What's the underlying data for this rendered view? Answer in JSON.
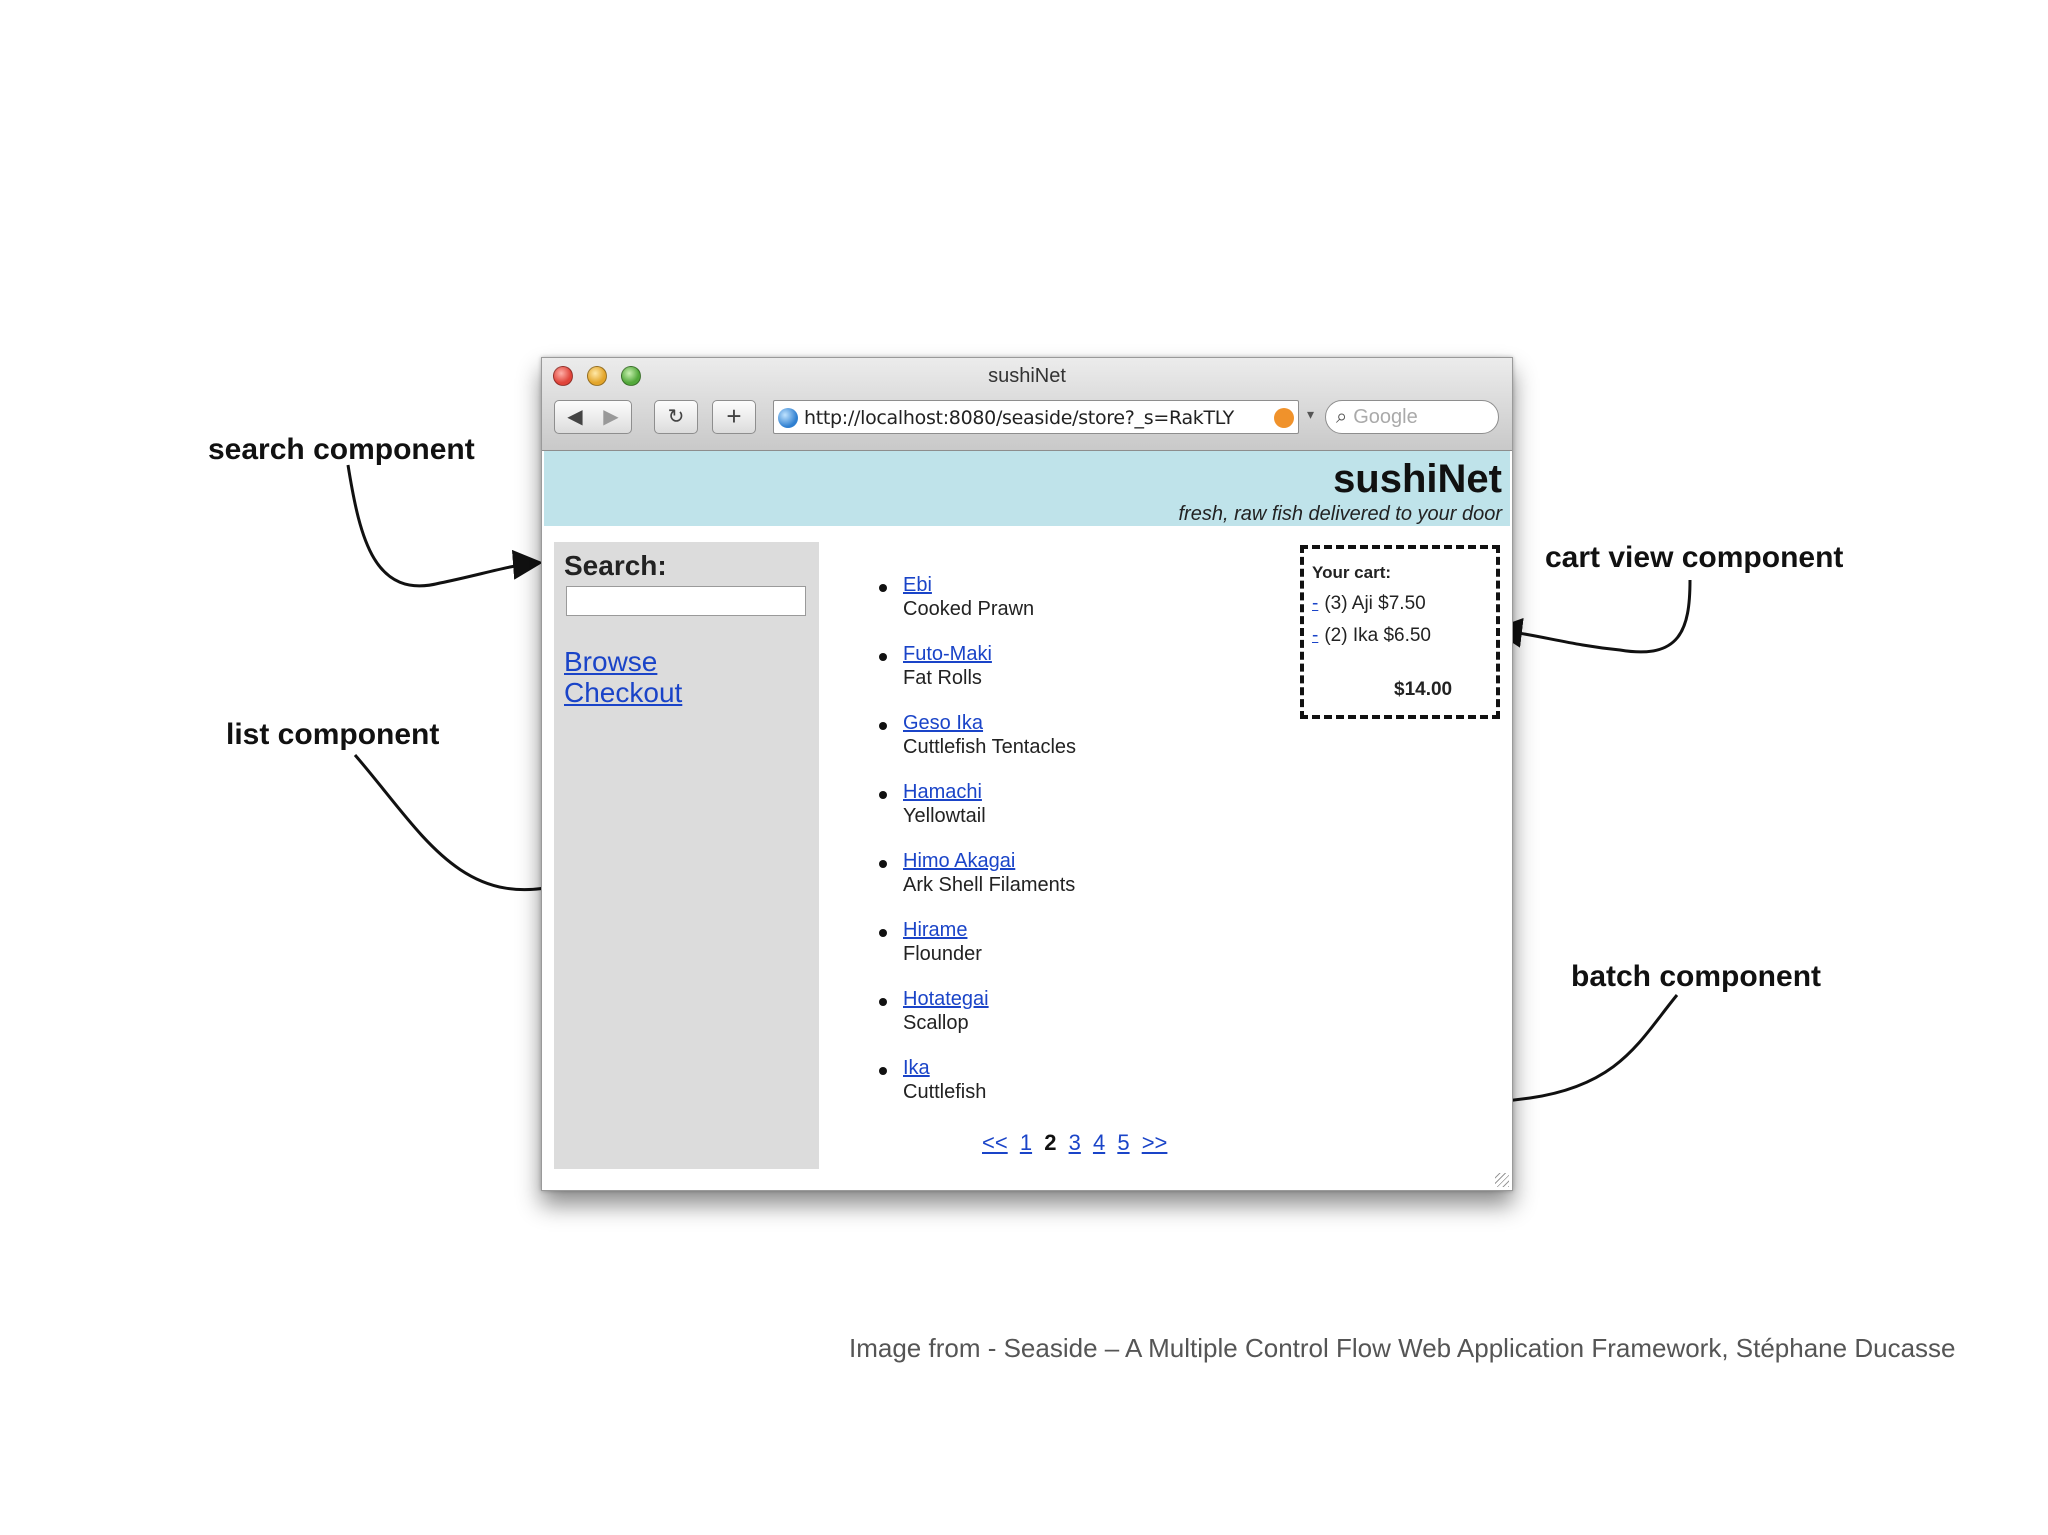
{
  "annotations": {
    "search": "search component",
    "list": "list component",
    "cart": "cart view component",
    "batch": "batch component"
  },
  "caption": "Image from - Seaside – A Multiple Control Flow Web Application Framework, Stéphane Ducasse",
  "browser": {
    "title": "sushiNet",
    "back_glyph": "◀",
    "forward_glyph": "▶",
    "reload_glyph": "↻",
    "add_glyph": "+",
    "url": "http://localhost:8080/seaside/store?_s=RakTLY",
    "search_placeholder": "Google",
    "search_glyph": "⌕"
  },
  "site": {
    "brand": "sushiNet",
    "tagline": "fresh, raw fish delivered to your door"
  },
  "sidebar": {
    "search_label": "Search:",
    "search_value": "",
    "links": [
      "Browse",
      "Checkout"
    ]
  },
  "list": {
    "items": [
      {
        "name": "Ebi",
        "desc": "Cooked Prawn"
      },
      {
        "name": "Futo-Maki",
        "desc": "Fat Rolls"
      },
      {
        "name": "Geso Ika",
        "desc": "Cuttlefish Tentacles"
      },
      {
        "name": "Hamachi",
        "desc": "Yellowtail"
      },
      {
        "name": "Himo Akagai",
        "desc": "Ark Shell Filaments"
      },
      {
        "name": "Hirame",
        "desc": "Flounder"
      },
      {
        "name": "Hotategai",
        "desc": "Scallop"
      },
      {
        "name": "Ika",
        "desc": "Cuttlefish"
      }
    ]
  },
  "batch": {
    "prev": "<<",
    "pages": [
      "1",
      "2",
      "3",
      "4",
      "5"
    ],
    "current": "2",
    "next": ">>"
  },
  "cart": {
    "title": "Your cart:",
    "remove_glyph": "-",
    "lines": [
      {
        "text": "(3) Aji  $7.50"
      },
      {
        "text": "(2) Ika  $6.50"
      }
    ],
    "total": "$14.00"
  },
  "colors": {
    "banner": "#bfe3ea",
    "sidebar": "#dcdcdc",
    "link": "#1a44c8"
  }
}
